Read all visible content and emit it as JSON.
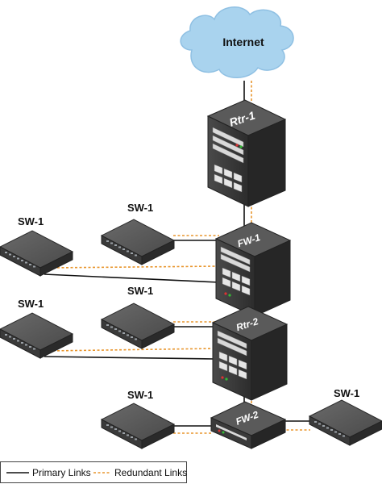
{
  "diagram": {
    "cloud_label": "Internet",
    "devices": {
      "rtr1": "Rtr-1",
      "fw1": "FW-1",
      "rtr2": "Rtr-2",
      "fw2": "FW-2"
    },
    "switches": [
      "SW-1",
      "SW-1",
      "SW-1",
      "SW-1",
      "SW-1",
      "SW-1"
    ]
  },
  "legend": {
    "primary": "Primary Links",
    "redundant": "Redundant Links"
  },
  "colors": {
    "primary_link": "#111111",
    "redundant_link": "#e8962e",
    "device_dark": "#3a3a3a",
    "cloud": "#a9d3ee"
  },
  "icons": [
    "cloud-icon",
    "router-icon",
    "firewall-icon",
    "switch-icon"
  ]
}
